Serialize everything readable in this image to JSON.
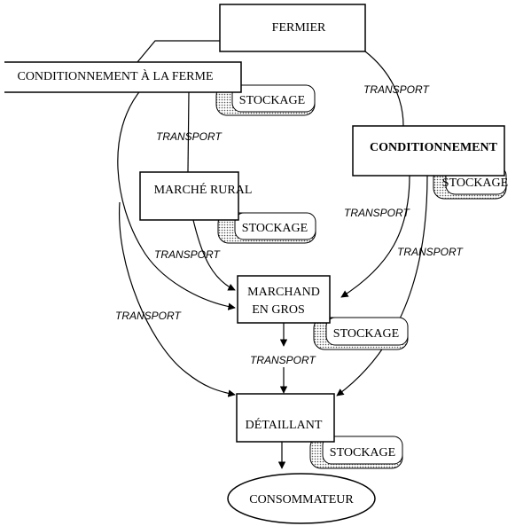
{
  "nodes": {
    "fermier": "FERMIER",
    "conditionnement_ferme": "CONDITIONNEMENT À LA FERME",
    "conditionnement": "CONDITIONNEMENT",
    "marche_rural": "MARCHÉ RURAL",
    "marchand_line1": "MARCHAND",
    "marchand_line2": "EN GROS",
    "detaillant": "DÉTAILLANT",
    "consommateur": "CONSOMMATEUR"
  },
  "storage_label": "STOCKAGE",
  "transport_label": "TRANSPORT"
}
